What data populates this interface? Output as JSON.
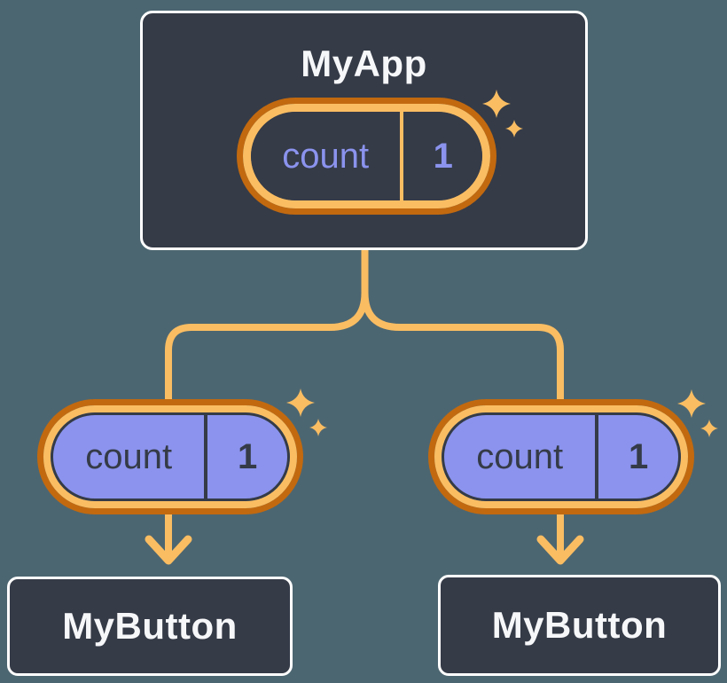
{
  "root": {
    "title": "MyApp",
    "state": {
      "name": "count",
      "value": "1"
    }
  },
  "children": [
    {
      "title": "MyButton",
      "state": {
        "name": "count",
        "value": "1"
      }
    },
    {
      "title": "MyButton",
      "state": {
        "name": "count",
        "value": "1"
      }
    }
  ],
  "icons": {
    "sparkle": "four-point-sparkle"
  },
  "colors": {
    "background": "#4C6671",
    "component_box_fill": "#353B47",
    "component_box_border": "#FFFFFF",
    "component_text": "#F6F7F9",
    "state_pill_fill": "#8B93EE",
    "state_text_dark": "#353B47",
    "state_text_light": "#8B93EE",
    "ring_outer_orange": "#C2690F",
    "ring_inner_orange": "#FABD62",
    "connector_orange": "#FABD62"
  }
}
